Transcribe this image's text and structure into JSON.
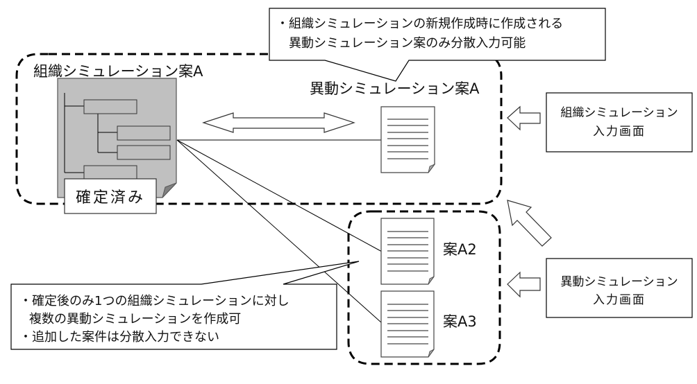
{
  "callouts": {
    "top": {
      "lines": [
        "・組織シミュレーションの新規作成時に作成される",
        "異動シミュレーション案のみ分散入力可能"
      ]
    },
    "bottom": {
      "lines": [
        "・確定後のみ1つの組織シミュレーションに対し",
        "複数の異動シミュレーションを作成可",
        "・追加した案件は分散入力できない"
      ]
    }
  },
  "group_main": {
    "org_sim_label": "組織シミュレーション案A",
    "confirmed_label": "確定済み",
    "transfer_sim_label": "異動シミュレーション案A"
  },
  "group_additional": {
    "plans": [
      {
        "label": "案A2"
      },
      {
        "label": "案A3"
      }
    ]
  },
  "screens": {
    "org_input": {
      "lines": [
        "組織シミュレーション",
        "入力画面"
      ]
    },
    "transfer_input": {
      "lines": [
        "異動シミュレーション",
        "入力画面"
      ]
    }
  },
  "colors": {
    "org_doc_fill": "#c0c0c0",
    "org_box_fill": "#bfbfbf",
    "line": "#000000"
  }
}
